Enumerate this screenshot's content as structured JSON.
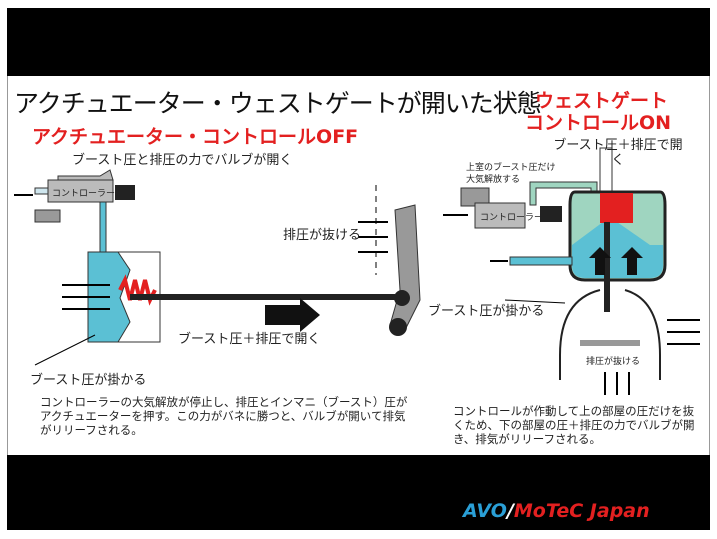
{
  "title": "アクチュエーター・ウェストゲートが開いた状態",
  "off": {
    "heading": "アクチュエーター・コントロールOFF",
    "subheading": "ブースト圧と排圧の力でバルブが開く",
    "controller_label": "コントローラー",
    "exhaust_label": "排圧が抜ける",
    "arrow_label": "ブースト圧＋排圧で開く",
    "boost_label": "ブースト圧が掛かる",
    "description": "コントローラーの大気解放が停止し、排圧とインマニ（ブースト）圧がアクチュエーターを押す。この力がバネに勝つと、バルブが開いて排気がリリーフされる。"
  },
  "on": {
    "heading_line1": "ウェストゲート",
    "heading_line2": "コントロールON",
    "top_label": "ブースト圧＋排圧で開く",
    "upper_chamber_label_line1": "上室のブースト圧だけ",
    "upper_chamber_label_line2": "大気解放する",
    "controller_label": "コントローラー",
    "boost_label": "ブースト圧が掛かる",
    "exhaust_label": "排圧が抜ける",
    "description": "コントロールが作動して上の部屋の圧だけを抜くため、下の部屋の圧＋排圧の力でバルブが開き、排気がリリーフされる。"
  },
  "logo": {
    "avo": "AVO",
    "slash": "/",
    "motec": "MoTeC Japan"
  },
  "colors": {
    "heading_red": "#e32020",
    "fluid_blue": "#5bc0d4",
    "upper_green": "#9fd5c0",
    "logo_blue": "#2a9fd6"
  }
}
